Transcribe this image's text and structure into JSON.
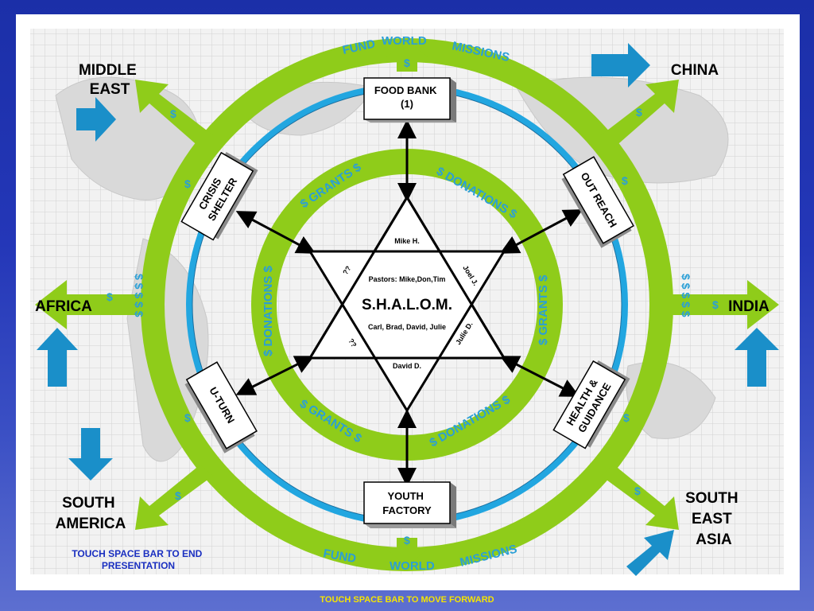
{
  "center": {
    "title": "S.H.A.L.O.M.",
    "pastors": "Pastors: Mike,Don,Tim",
    "names": "Carl, Brad, David, Julie",
    "top_point": "Mike H.",
    "bottom_point": "David D.",
    "upper_right": "Joel J.",
    "lower_right": "Julie D.",
    "upper_left": "??",
    "lower_left": "??"
  },
  "boxes": {
    "food_bank_line1": "FOOD BANK",
    "food_bank_line2": "(1)",
    "youth_line1": "YOUTH",
    "youth_line2": "FACTORY",
    "crisis_line1": "CRISIS",
    "crisis_line2": "SHELTER",
    "outreach": "OUT REACH",
    "uturn": "U-TURN",
    "health_line1": "HEALTH &",
    "health_line2": "GUIDANCE"
  },
  "regions": {
    "middle_east_1": "MIDDLE",
    "middle_east_2": "EAST",
    "china": "CHINA",
    "africa": "AFRICA",
    "india": "INDIA",
    "south_america_1": "SOUTH",
    "south_america_2": "AMERICA",
    "se_asia_1": "SOUTH",
    "se_asia_2": "EAST",
    "se_asia_3": "ASIA"
  },
  "rings": {
    "fund": "FUND",
    "world": "WORLD",
    "missions": "MISSIONS",
    "grants": "$ GRANTS $",
    "donations": "$ DONATIONS $",
    "dollar": "$",
    "dollars": "$ $ $ $ $"
  },
  "nav": {
    "end_line1": "TOUCH SPACE BAR TO END",
    "end_line2": "PRESENTATION",
    "forward": "TOUCH SPACE BAR TO MOVE FORWARD"
  },
  "colors": {
    "green": "#8fcc1a",
    "blue_ring": "#22a6e0",
    "arrow_blue": "#1a8fc9"
  }
}
